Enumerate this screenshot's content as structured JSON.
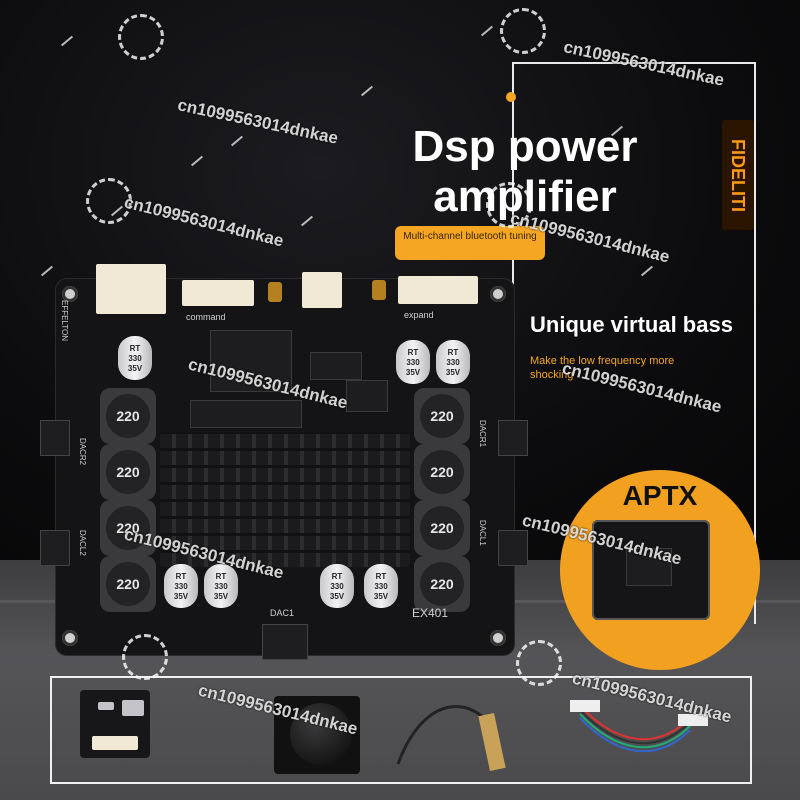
{
  "headline": {
    "line1": "Dsp power",
    "line2": "amplifier"
  },
  "tuning_pill": "Multi-channel bluetooth tuning",
  "feature": {
    "title": "Unique virtual bass",
    "caption": "Make the low frequency more shocking"
  },
  "brand_side": "FIDELITI",
  "board": {
    "maker_label": "EFFELTON",
    "model": "EX401",
    "connector_labels": [
      "command",
      "expand"
    ],
    "channel_labels": [
      "DACR2",
      "DACL2",
      "DACR1",
      "DACL1",
      "DAC1"
    ],
    "inductor_value": "220",
    "capacitor_label": {
      "brand": "RT",
      "value": "330",
      "voltage": "35V"
    }
  },
  "badge": "APTX",
  "watermark": "cn1099563014dnkae",
  "colors": {
    "accent": "#f5a623",
    "background": "#0b0b0d",
    "board": "#141416"
  }
}
